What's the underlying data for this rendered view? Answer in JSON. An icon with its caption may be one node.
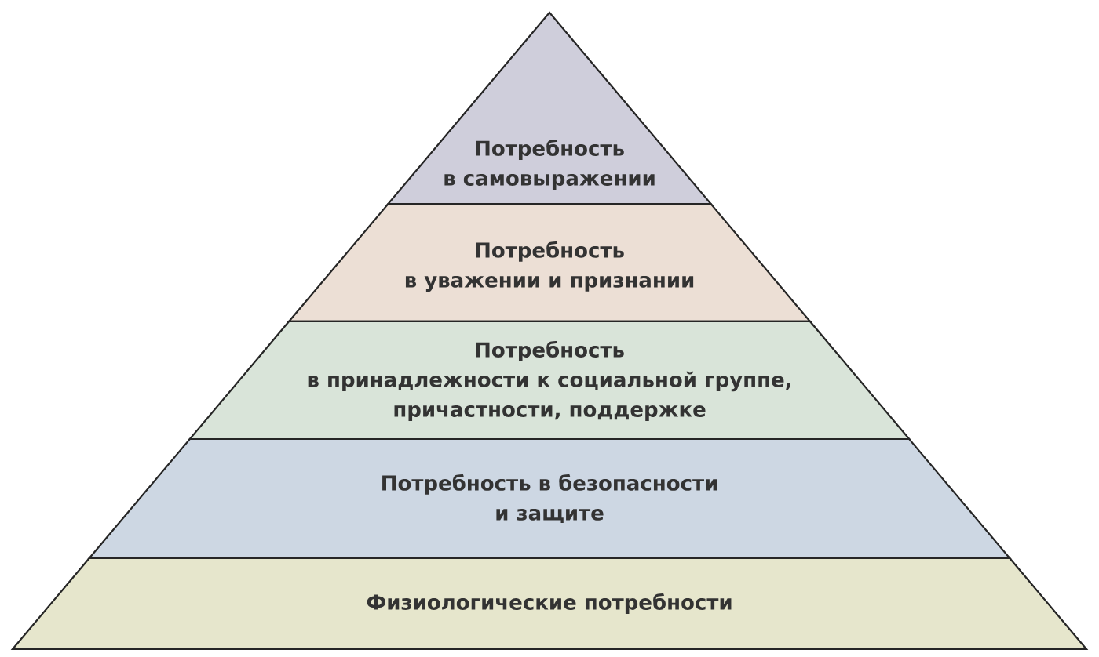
{
  "diagram": {
    "nodes": [
      {
        "text": [
          "Потребность в самовыражении"
        ]
      },
      {
        "text": [
          "Потребность в уважении и признании"
        ]
      },
      {
        "text": [
          "Потребность в принадлежности к социальной группе, причастности, поддержке"
        ]
      },
      {
        "text": [
          "Потребность в безопасности и защите"
        ]
      },
      {
        "text": [
          "Физиологические потребности"
        ]
      }
    ]
  }
}
